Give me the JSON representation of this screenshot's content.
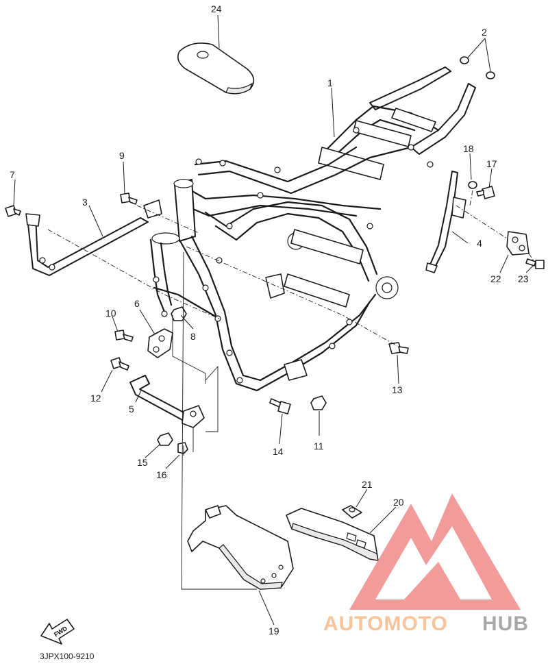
{
  "diagram": {
    "part_code": "3JPX100-9210",
    "fwd_label": "FWD",
    "callouts": [
      {
        "id": "c1",
        "label": "1"
      },
      {
        "id": "c2",
        "label": "2"
      },
      {
        "id": "c3",
        "label": "3"
      },
      {
        "id": "c4",
        "label": "4"
      },
      {
        "id": "c5",
        "label": "5"
      },
      {
        "id": "c6",
        "label": "6"
      },
      {
        "id": "c7",
        "label": "7"
      },
      {
        "id": "c8",
        "label": "8"
      },
      {
        "id": "c9",
        "label": "9"
      },
      {
        "id": "c10",
        "label": "10"
      },
      {
        "id": "c11",
        "label": "11"
      },
      {
        "id": "c12",
        "label": "12"
      },
      {
        "id": "c13",
        "label": "13"
      },
      {
        "id": "c14",
        "label": "14"
      },
      {
        "id": "c15",
        "label": "15"
      },
      {
        "id": "c16",
        "label": "16"
      },
      {
        "id": "c17",
        "label": "17"
      },
      {
        "id": "c18",
        "label": "18"
      },
      {
        "id": "c19",
        "label": "19"
      },
      {
        "id": "c20",
        "label": "20"
      },
      {
        "id": "c21",
        "label": "21"
      },
      {
        "id": "c22",
        "label": "22"
      },
      {
        "id": "c23",
        "label": "23"
      },
      {
        "id": "c24",
        "label": "24"
      }
    ]
  },
  "watermark": {
    "brand_part1": "AUTOMOTO",
    "brand_part2": "HUB",
    "color_orange": "#f5b98a",
    "color_grey": "#9a9a9a",
    "color_red": "#f08a8a"
  }
}
